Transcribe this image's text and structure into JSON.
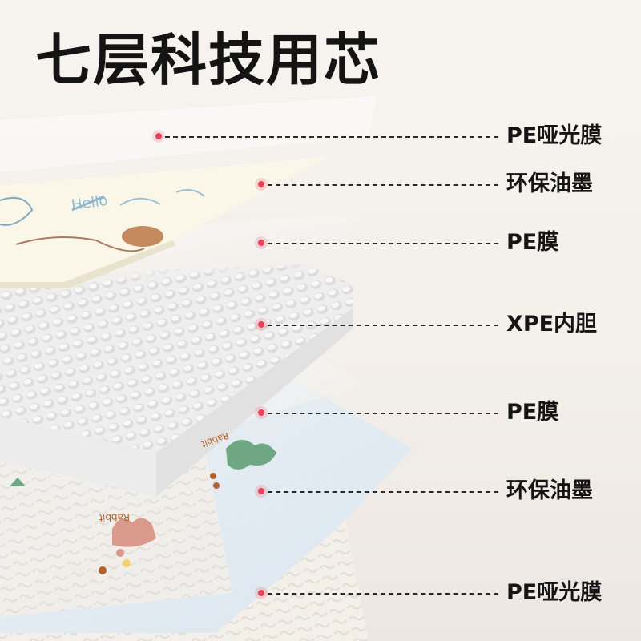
{
  "title": "七层科技用芯",
  "layers": [
    {
      "label": "PE哑光膜"
    },
    {
      "label": "环保油墨"
    },
    {
      "label": "PE膜"
    },
    {
      "label": "XPE内胆"
    },
    {
      "label": "PE膜"
    },
    {
      "label": "环保油墨"
    },
    {
      "label": "PE哑光膜"
    }
  ],
  "mat_print": {
    "text_top": "Hello",
    "text_bottom_a": "Rabbit",
    "text_bottom_b": "Rabbit"
  },
  "colors": {
    "dot": "#e9425a",
    "leader": "#2a2a2a",
    "title": "#141414"
  }
}
